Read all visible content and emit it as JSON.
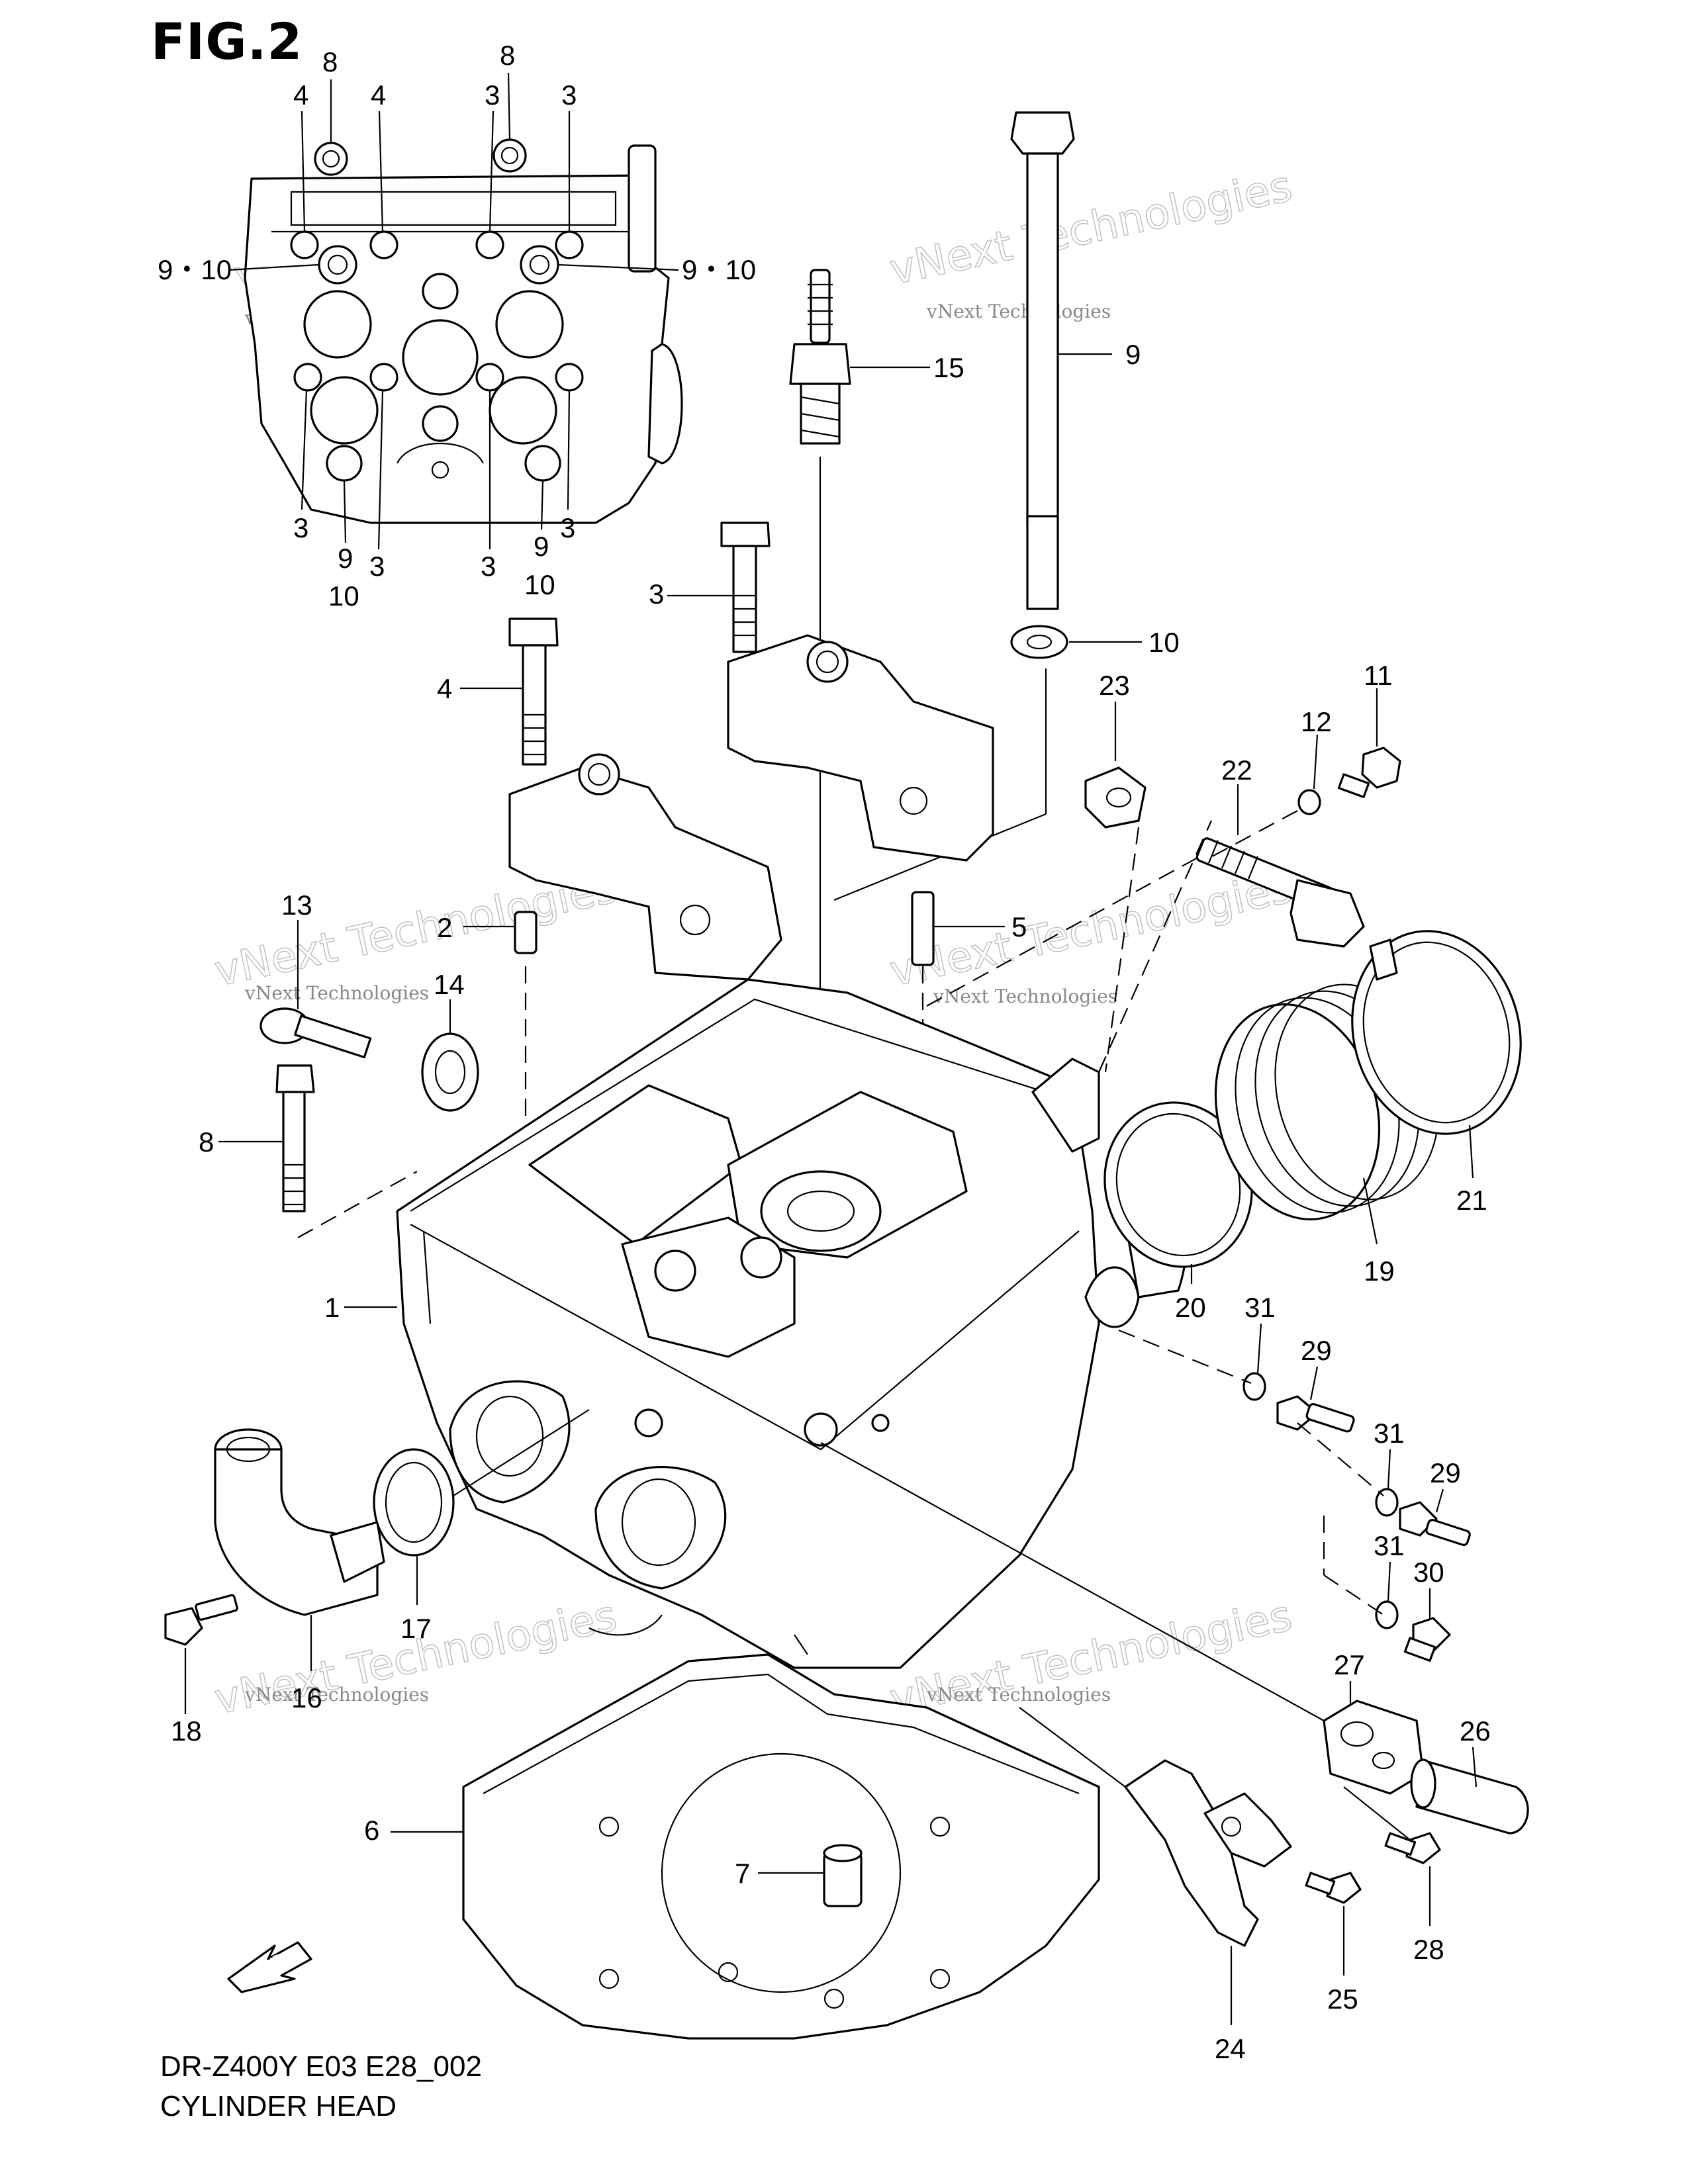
{
  "title": "FIG.2",
  "footer": {
    "code": "DR-Z400Y  E03  E28_002",
    "name": "CYLINDER HEAD"
  },
  "watermark": {
    "text_small": "vNext Technologies",
    "text_large": "Technologies",
    "text_large_2": "vNext"
  },
  "fwd_label": "FWD",
  "top_view_labels": {
    "a": "8",
    "b": "8",
    "c": "4",
    "d": "4",
    "e": "3",
    "f": "3",
    "g": "9・10",
    "h": "9・10",
    "i": "3",
    "j": "9",
    "k": "10",
    "l": "3",
    "m": "3",
    "n": "9",
    "o": "10",
    "p": "3"
  },
  "callouts": {
    "p1": "1",
    "p2": "2",
    "p3": "3",
    "p4": "4",
    "p5": "5",
    "p6": "6",
    "p7": "7",
    "p8": "8",
    "p9": "9",
    "p10": "10",
    "p11": "11",
    "p12": "12",
    "p13": "13",
    "p14": "14",
    "p15": "15",
    "p16": "16",
    "p17": "17",
    "p18": "18",
    "p19": "19",
    "p20": "20",
    "p21": "21",
    "p22": "22",
    "p23": "23",
    "p24": "24",
    "p25": "25",
    "p26": "26",
    "p27": "27",
    "p28": "28",
    "p29a": "29",
    "p29b": "29",
    "p30": "30",
    "p31a": "31",
    "p31b": "31",
    "p31c": "31"
  }
}
